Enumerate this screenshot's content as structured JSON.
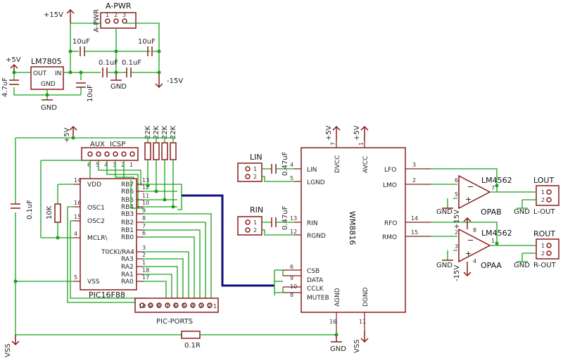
{
  "regulator": {
    "ref": "LM7805",
    "pin_out": "OUT",
    "pin_in": "IN",
    "pin_gnd": "GND"
  },
  "power": {
    "plus15": "+15V",
    "minus15": "-15V",
    "plus5": "+5V",
    "gnd": "GND",
    "vss": "VSS"
  },
  "apwr": {
    "ref": "A-PWR",
    "ref_rot": "A-PWR",
    "pins": [
      "1",
      "2",
      "3"
    ]
  },
  "caps": {
    "c10u_a": "10uF",
    "c10u_b": "10uF",
    "c01_a": "0.1uF",
    "c01_b": "0.1uF",
    "c47": "4.7uF",
    "c10u_c": "10uF",
    "c01_mcu": "0.1uF",
    "c047_l": "0.47uF",
    "c047_r": "0.47uF"
  },
  "resistors": {
    "r10k": "10K",
    "r22k": [
      "22K",
      "22K",
      "22K",
      "22K"
    ],
    "r01": "0.1R"
  },
  "aux": {
    "label": "AUX",
    "icsp": "ICSP",
    "pins": [
      "6",
      "5",
      "4",
      "3",
      "2",
      "1"
    ]
  },
  "mcu": {
    "ref": "PIC16F88",
    "left_pins": [
      {
        "name": "VDD",
        "num": "14"
      },
      {
        "name": "OSC1",
        "num": "16"
      },
      {
        "name": "OSC2",
        "num": "15"
      },
      {
        "name": "MCLR\\",
        "num": "4"
      },
      {
        "name": "VSS",
        "num": "5"
      }
    ],
    "right_pins": [
      {
        "name": "RB7",
        "num": "13"
      },
      {
        "name": "RB6",
        "num": "12"
      },
      {
        "name": "RB5",
        "num": "11"
      },
      {
        "name": "RB4",
        "num": "10"
      },
      {
        "name": "RB3",
        "num": "9"
      },
      {
        "name": "RB2",
        "num": "8"
      },
      {
        "name": "RB1",
        "num": "7"
      },
      {
        "name": "RB0",
        "num": "6"
      },
      {
        "name": "T0CKI/RA4",
        "num": "3"
      },
      {
        "name": "RA3",
        "num": "2"
      },
      {
        "name": "RA2",
        "num": "1"
      },
      {
        "name": "RA1",
        "num": "18"
      },
      {
        "name": "RA0",
        "num": "17"
      }
    ]
  },
  "ports": {
    "label": "PIC-PORTS",
    "pins": [
      "10",
      "9",
      "8",
      "7",
      "6",
      "5",
      "4",
      "3",
      "2",
      "1"
    ]
  },
  "lin": {
    "label": "LIN",
    "pins": [
      "1",
      "2"
    ]
  },
  "rin": {
    "label": "RIN",
    "pins": [
      "1",
      "2"
    ]
  },
  "wm": {
    "ref": "WM8816",
    "left_pins": [
      {
        "name": "LIN",
        "num": "4"
      },
      {
        "name": "LGND",
        "num": "5"
      },
      {
        "name": "RIN",
        "num": "13"
      },
      {
        "name": "RGND",
        "num": "12"
      },
      {
        "name": "CSB",
        "num": "6"
      },
      {
        "name": "DATA",
        "num": "9"
      },
      {
        "name": "CCLK",
        "num": "10"
      },
      {
        "name": "MUTEB",
        "num": "8"
      }
    ],
    "right_pins": [
      {
        "name": "LFO",
        "num": "3"
      },
      {
        "name": "LMO",
        "num": "2"
      },
      {
        "name": "RFO",
        "num": "14"
      },
      {
        "name": "RMO",
        "num": "15"
      }
    ],
    "top_pins": [
      {
        "name": "DVCC",
        "num": "7"
      },
      {
        "name": "AVCC",
        "num": "1"
      }
    ],
    "bottom_pins": [
      {
        "name": "AGND",
        "num": "16"
      },
      {
        "name": "DGND",
        "num": "11"
      }
    ]
  },
  "opamps": {
    "chip": "LM4562",
    "a": "OPAB",
    "b": "OPAA",
    "a_pins": [
      "6",
      "5",
      "7"
    ],
    "b_pins": [
      "2",
      "3",
      "1"
    ],
    "supply_pins": [
      "8",
      "4"
    ]
  },
  "outputs": {
    "lout": "LOUT",
    "rout": "ROUT",
    "lgnd": "GND",
    "lname": "L-OUT",
    "rgnd": "GND",
    "rname": "R-OUT",
    "pins": [
      "1",
      "2"
    ]
  }
}
